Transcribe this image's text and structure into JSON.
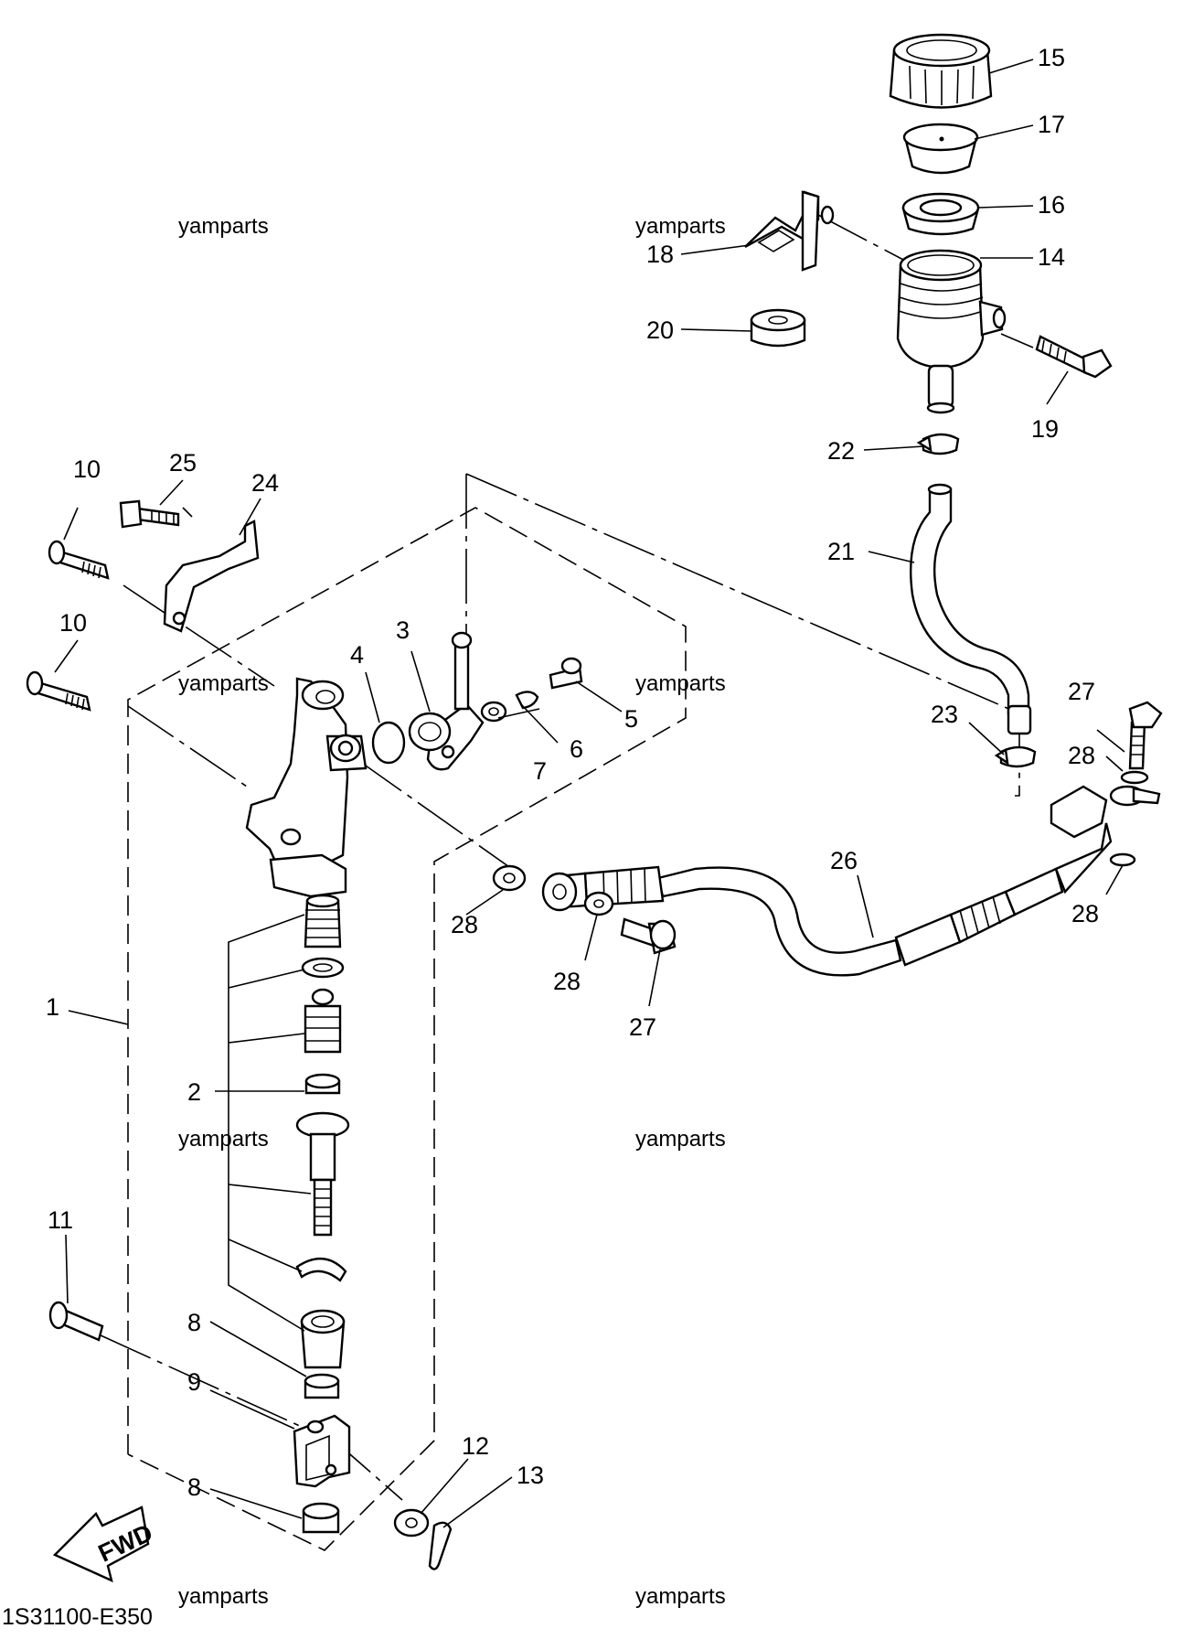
{
  "diagram_code": "1S31100-E350",
  "watermarks": [
    "yamparts",
    "yamparts",
    "yamparts",
    "yamparts",
    "yamparts",
    "yamparts",
    "yamparts",
    "yamparts"
  ],
  "direction_label": "FWD",
  "callouts": {
    "c1": "1",
    "c2": "2",
    "c3": "3",
    "c4": "4",
    "c5": "5",
    "c6": "6",
    "c7": "7",
    "c8a": "8",
    "c8b": "8",
    "c9": "9",
    "c10a": "10",
    "c10b": "10",
    "c11": "11",
    "c12": "12",
    "c13": "13",
    "c14": "14",
    "c15": "15",
    "c16": "16",
    "c17": "17",
    "c18": "18",
    "c19": "19",
    "c20": "20",
    "c21": "21",
    "c22": "22",
    "c23": "23",
    "c24": "24",
    "c25": "25",
    "c26": "26",
    "c27a": "27",
    "c27b": "27",
    "c28a": "28",
    "c28b": "28",
    "c28c": "28",
    "c28d": "28"
  }
}
